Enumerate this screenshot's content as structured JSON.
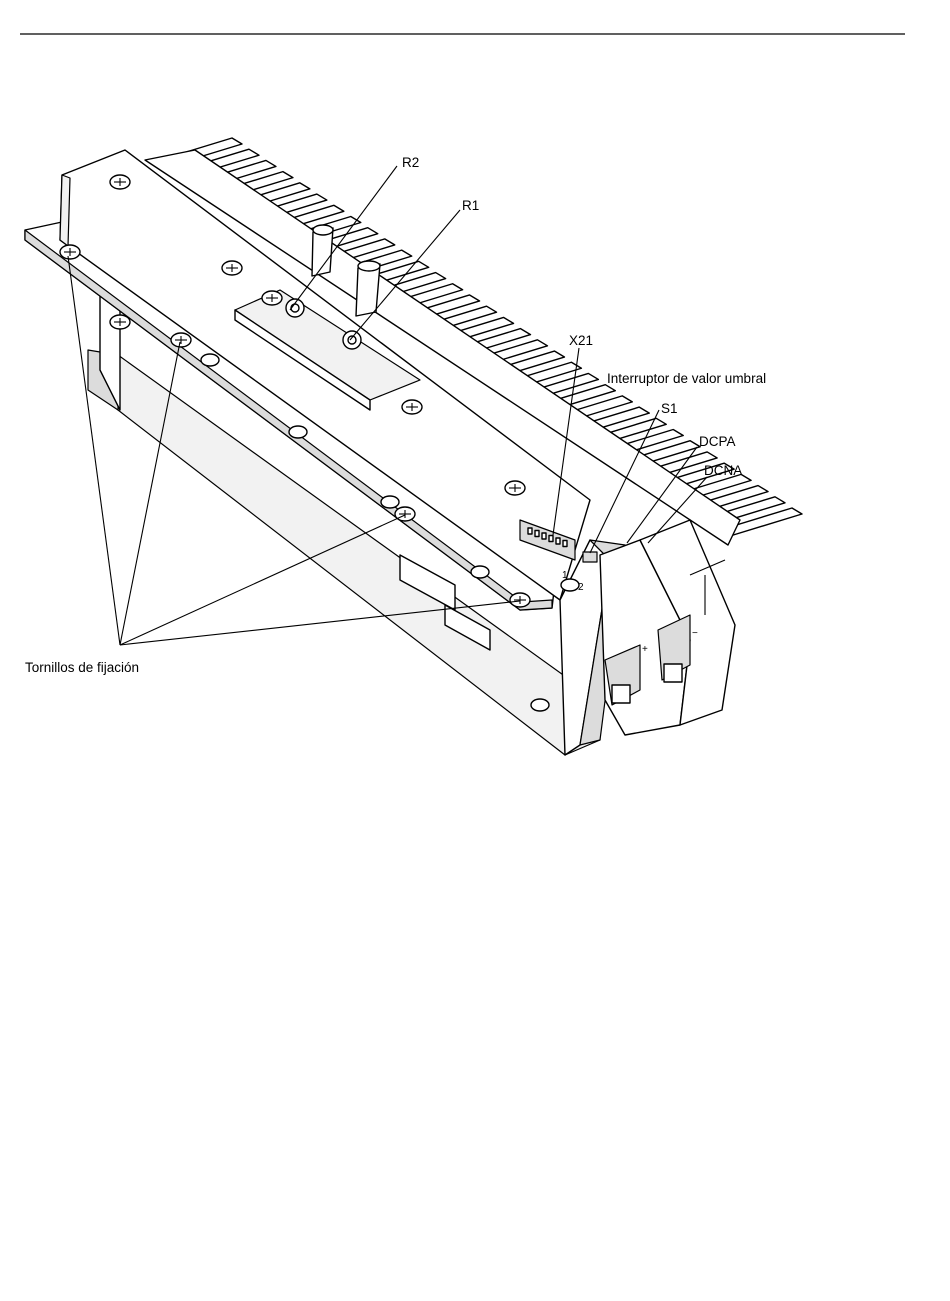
{
  "labels": {
    "r2": "R2",
    "r1": "R1",
    "x21": "X21",
    "threshold_switch": "Interruptor de valor umbral",
    "s1": "S1",
    "dcpa": "DCPA",
    "dcna": "DCNA",
    "fixing_screws": "Tornillos de fijación",
    "pin1": "1",
    "pin2": "2",
    "plus": "+",
    "minus": "−"
  }
}
